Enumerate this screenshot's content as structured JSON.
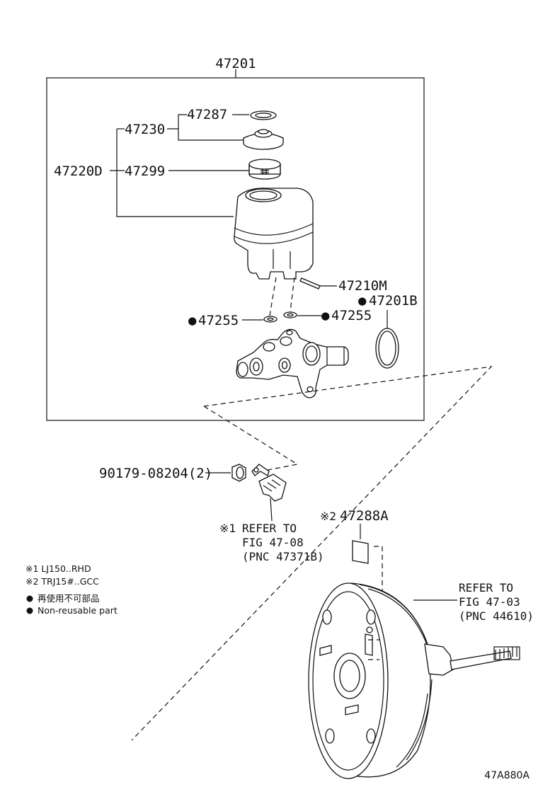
{
  "labels": {
    "assy": "47201",
    "cap_assy": "47230",
    "filter_cap": "47287",
    "reservoir_sub": "47220D",
    "strainer": "47299",
    "pin": "47210M",
    "grommet_left": "47255",
    "grommet_right": "47255",
    "oring": "47201B",
    "bolt": "90179-08204(2)",
    "plate": "47288A"
  },
  "markers": {
    "dot": "●",
    "note1_mark": "※1",
    "note2_mark": "※2"
  },
  "refer1": {
    "line1": "REFER TO",
    "line2": "FIG 47-08",
    "line3": "(PNC 47371B)"
  },
  "refer2": {
    "line1": "REFER TO",
    "line2": "FIG 47-03",
    "line3": "(PNC 44610)"
  },
  "legend": {
    "note1": "※1 LJ150..RHD",
    "note2": "※2 TRJ15#..GCC",
    "dot1": "再使用不可部品",
    "dot2": "Non-reusable part"
  },
  "figure_code": "47A880A"
}
